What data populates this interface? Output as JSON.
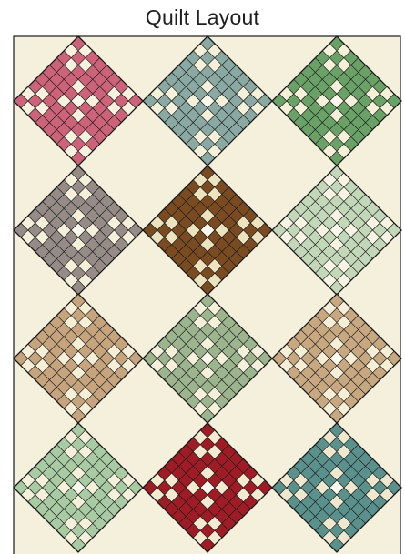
{
  "title": "Quilt Layout",
  "colors": {
    "background": "#f4f0dc",
    "cream": "#f6f1dc",
    "cream_light": "#fbf9ec",
    "outline": "#1a1a1a"
  },
  "blocks": [
    {
      "row": 0,
      "col": 0,
      "color": "#cc6379",
      "cross": "#f7f2df"
    },
    {
      "row": 0,
      "col": 1,
      "color": "#8aa9a2",
      "cross": "#f5f0da"
    },
    {
      "row": 0,
      "col": 2,
      "color": "#6aa167",
      "cross": "#f5f0d8"
    },
    {
      "row": 1,
      "col": 0,
      "color": "#958c88",
      "cross": "#f5f0da"
    },
    {
      "row": 1,
      "col": 1,
      "color": "#7a4b20",
      "cross": "#ece3bf"
    },
    {
      "row": 1,
      "col": 2,
      "color": "#c3d7b9",
      "cross": "#f7f4e3"
    },
    {
      "row": 2,
      "col": 0,
      "color": "#c6a57e",
      "cross": "#f5efd8"
    },
    {
      "row": 2,
      "col": 1,
      "color": "#9cb58e",
      "cross": "#f5f0da"
    },
    {
      "row": 2,
      "col": 2,
      "color": "#c8a881",
      "cross": "#f5efd8"
    },
    {
      "row": 3,
      "col": 0,
      "color": "#a8cba4",
      "cross": "#f5f0da"
    },
    {
      "row": 3,
      "col": 1,
      "color": "#9f1c26",
      "cross": "#f3ebcf"
    },
    {
      "row": 3,
      "col": 2,
      "color": "#5b918c",
      "cross": "#efe8cf"
    }
  ]
}
